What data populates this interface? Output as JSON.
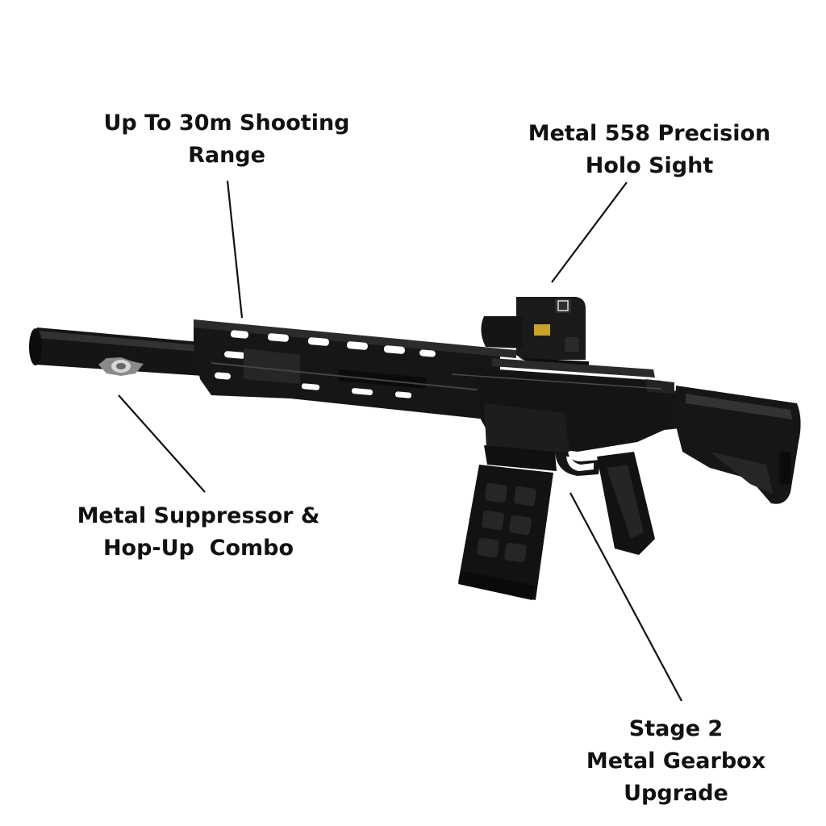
{
  "callouts": {
    "range": {
      "line1": "Up To 30m Shooting",
      "line2": "Range"
    },
    "sight": {
      "line1": "Metal 558 Precision",
      "line2": "Holo Sight"
    },
    "suppressor": {
      "line1": "Metal Suppressor &",
      "line2": "Hop-Up  Combo"
    },
    "gearbox": {
      "line1": "Stage 2",
      "line2": "Metal Gearbox",
      "line3": "Upgrade"
    }
  },
  "colors": {
    "background": "#ffffff",
    "text": "#111111",
    "rifle_dark": "#141414",
    "rifle_mid": "#262626",
    "rifle_highlight": "#4a4a4a",
    "sight_lens": "#c9a227"
  }
}
